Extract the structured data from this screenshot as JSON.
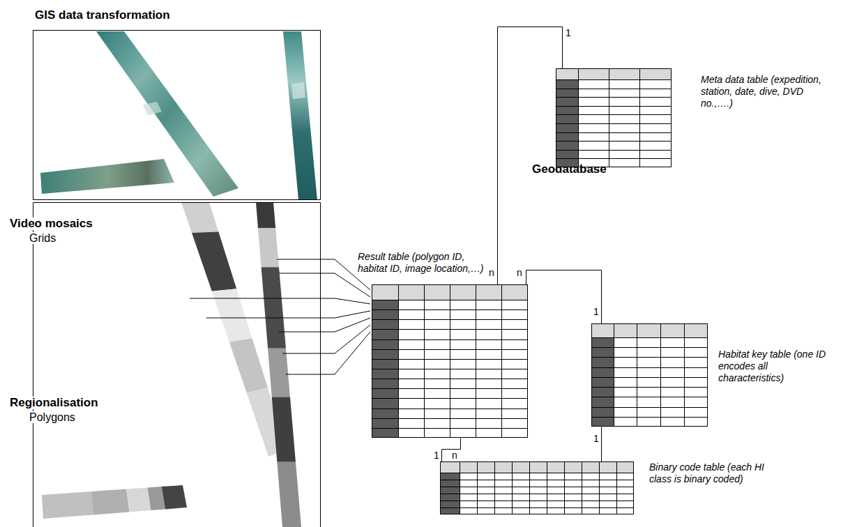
{
  "diagram": {
    "title": "GIS data transformation",
    "nodes": [
      {
        "text": [
          "Meta data table (expedition, station, date, dive, DVD no.,….)"
        ]
      },
      {
        "text": [
          "Result table (polygon ID, habitat ID, image location,…)"
        ]
      },
      {
        "text": [
          "Habitat key table (one ID encodes all characteristics)"
        ]
      },
      {
        "text": [
          "Binary code table (each HI class is binary coded)"
        ]
      }
    ],
    "edges": [
      {
        "from": 1,
        "to": 0,
        "arrow": "none"
      },
      {
        "from": 1,
        "to": 2,
        "arrow": "none"
      },
      {
        "from": 2,
        "to": 3,
        "arrow": "none"
      },
      {
        "from": 1,
        "to": 3,
        "arrow": "none"
      }
    ],
    "labels": [
      "Video mosaics",
      "Grids",
      "Regionalisation",
      "Polygons",
      "Geodatabase",
      "1",
      "n",
      "n",
      "1",
      "1",
      "1",
      "n"
    ]
  }
}
